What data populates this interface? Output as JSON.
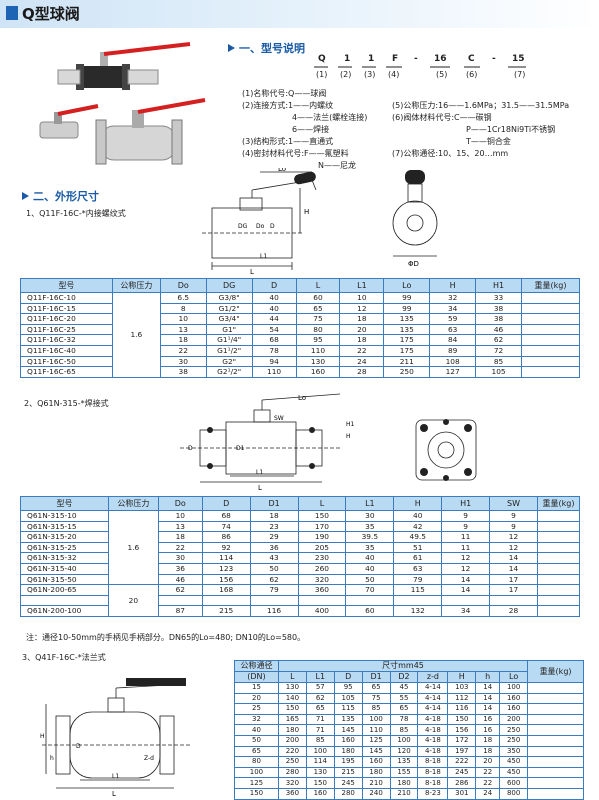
{
  "title": "Q型球阀",
  "section1": {
    "heading": "一、型号说明",
    "code": [
      "Q",
      "1",
      "1",
      "F",
      "-",
      "16",
      "C",
      "-",
      "15"
    ],
    "code_index": [
      "(1)",
      "(2)",
      "(3)",
      "(4)",
      "",
      "(5)",
      "(6)",
      "",
      "(7)"
    ],
    "lines": [
      "(1)名称代号:Q——球阀",
      "(2)连接方式:1——内螺纹",
      "4——法兰(螺栓连接)",
      "6——焊接",
      "(3)结构形式:1——直通式",
      "(4)密封材料代号:F——氟塑料",
      "N——尼龙"
    ],
    "lines_right": [
      "(5)公称压力:16——1.6MPa；31.5——31.5MPa",
      "(6)阀体材料代号:C——碳钢",
      "P——1Cr18Ni9Ti不锈钢",
      "T——铜合金",
      "(7)公称通径:10、15、20…mm"
    ]
  },
  "section2": {
    "heading": "二、外形尺寸",
    "sub1": "1、Q11F-16C-*内接螺纹式",
    "sub2": "2、Q61N-315-*焊接式",
    "sub3": "3、Q41F-16C-*法兰式",
    "note": "注：通径10-50mm的手柄见手柄部分。DN65的Lo=480; DN10的Lo=580。"
  },
  "drawing_labels": {
    "d1": [
      "Lo",
      "H",
      "DG",
      "Do",
      "D",
      "L",
      "L1",
      "ΦD"
    ],
    "d2": [
      "Lo",
      "SW",
      "H1",
      "H",
      "D",
      "D1",
      "L1",
      "L"
    ],
    "d3": [
      "H",
      "h",
      "D",
      "L",
      "L1",
      "Z-d"
    ]
  },
  "table1": {
    "headers": [
      "型号",
      "公称压力",
      "Do",
      "DG",
      "D",
      "L",
      "L1",
      "Lo",
      "H",
      "H1",
      "重量(kg)"
    ],
    "pressure": "1.6",
    "rows": [
      [
        "Q11F-16C-10",
        "6.5",
        "G3/8\"",
        "40",
        "60",
        "10",
        "99",
        "32",
        "33"
      ],
      [
        "Q11F-16C-15",
        "8",
        "G1/2\"",
        "40",
        "65",
        "12",
        "99",
        "34",
        "38"
      ],
      [
        "Q11F-16C-20",
        "10",
        "G3/4\"",
        "44",
        "75",
        "18",
        "135",
        "59",
        "38"
      ],
      [
        "Q11F-16C-25",
        "13",
        "G1\"",
        "54",
        "80",
        "20",
        "135",
        "63",
        "46"
      ],
      [
        "Q11F-16C-32",
        "18",
        "G1¹/4\"",
        "68",
        "95",
        "18",
        "175",
        "84",
        "62"
      ],
      [
        "Q11F-16C-40",
        "22",
        "G1¹/2\"",
        "78",
        "110",
        "22",
        "175",
        "89",
        "72"
      ],
      [
        "Q11F-16C-50",
        "30",
        "G2\"",
        "94",
        "130",
        "24",
        "211",
        "108",
        "85"
      ],
      [
        "Q11F-16C-65",
        "38",
        "G2¹/2\"",
        "110",
        "160",
        "28",
        "250",
        "127",
        "105"
      ]
    ]
  },
  "table2": {
    "headers": [
      "型号",
      "公称压力",
      "Do",
      "D",
      "D1",
      "L",
      "L1",
      "H",
      "H1",
      "SW",
      "重量(kg)"
    ],
    "pressure_a": "1.6",
    "pressure_b": "20",
    "rows": [
      [
        "Q61N-315-10",
        "10",
        "68",
        "18",
        "150",
        "30",
        "40",
        "9",
        "9"
      ],
      [
        "Q61N-315-15",
        "13",
        "74",
        "23",
        "170",
        "35",
        "42",
        "9",
        "9"
      ],
      [
        "Q61N-315-20",
        "18",
        "86",
        "29",
        "190",
        "39.5",
        "49.5",
        "11",
        "12"
      ],
      [
        "Q61N-315-25",
        "22",
        "92",
        "36",
        "205",
        "35",
        "51",
        "11",
        "12"
      ],
      [
        "Q61N-315-32",
        "30",
        "114",
        "43",
        "230",
        "40",
        "61",
        "12",
        "14"
      ],
      [
        "Q61N-315-40",
        "36",
        "123",
        "50",
        "260",
        "40",
        "63",
        "12",
        "14"
      ],
      [
        "Q61N-315-50",
        "46",
        "156",
        "62",
        "320",
        "50",
        "79",
        "14",
        "17"
      ],
      [
        "Q61N-200-65",
        "62",
        "168",
        "79",
        "360",
        "70",
        "115",
        "14",
        "17"
      ],
      [
        "",
        "",
        "",
        "",
        "",
        "",
        "",
        "",
        ""
      ],
      [
        "Q61N-200-100",
        "87",
        "215",
        "116",
        "400",
        "60",
        "132",
        "34",
        "28"
      ]
    ]
  },
  "table3": {
    "h_dn": "公称通径",
    "h_dn2": "(DN)",
    "h_dim": "尺寸mm45",
    "h_wt": "重量(kg)",
    "sub": [
      "L",
      "L1",
      "D",
      "D1",
      "D2",
      "z-d",
      "H",
      "h",
      "Lo"
    ],
    "rows": [
      [
        "15",
        "130",
        "57",
        "95",
        "65",
        "45",
        "4-14",
        "103",
        "14",
        "100"
      ],
      [
        "20",
        "140",
        "62",
        "105",
        "75",
        "55",
        "4-14",
        "112",
        "14",
        "160"
      ],
      [
        "25",
        "150",
        "65",
        "115",
        "85",
        "65",
        "4-14",
        "116",
        "14",
        "160"
      ],
      [
        "32",
        "165",
        "71",
        "135",
        "100",
        "78",
        "4-18",
        "150",
        "16",
        "200"
      ],
      [
        "40",
        "180",
        "71",
        "145",
        "110",
        "85",
        "4-18",
        "156",
        "16",
        "250"
      ],
      [
        "50",
        "200",
        "85",
        "160",
        "125",
        "100",
        "4-18",
        "172",
        "18",
        "250"
      ],
      [
        "65",
        "220",
        "100",
        "180",
        "145",
        "120",
        "4-18",
        "197",
        "18",
        "350"
      ],
      [
        "80",
        "250",
        "114",
        "195",
        "160",
        "135",
        "8-18",
        "222",
        "20",
        "450"
      ],
      [
        "100",
        "280",
        "130",
        "215",
        "180",
        "155",
        "8-18",
        "245",
        "22",
        "450"
      ],
      [
        "125",
        "320",
        "150",
        "245",
        "210",
        "180",
        "8-18",
        "286",
        "22",
        "600"
      ],
      [
        "150",
        "360",
        "160",
        "280",
        "240",
        "210",
        "8-23",
        "301",
        "24",
        "800"
      ]
    ]
  }
}
